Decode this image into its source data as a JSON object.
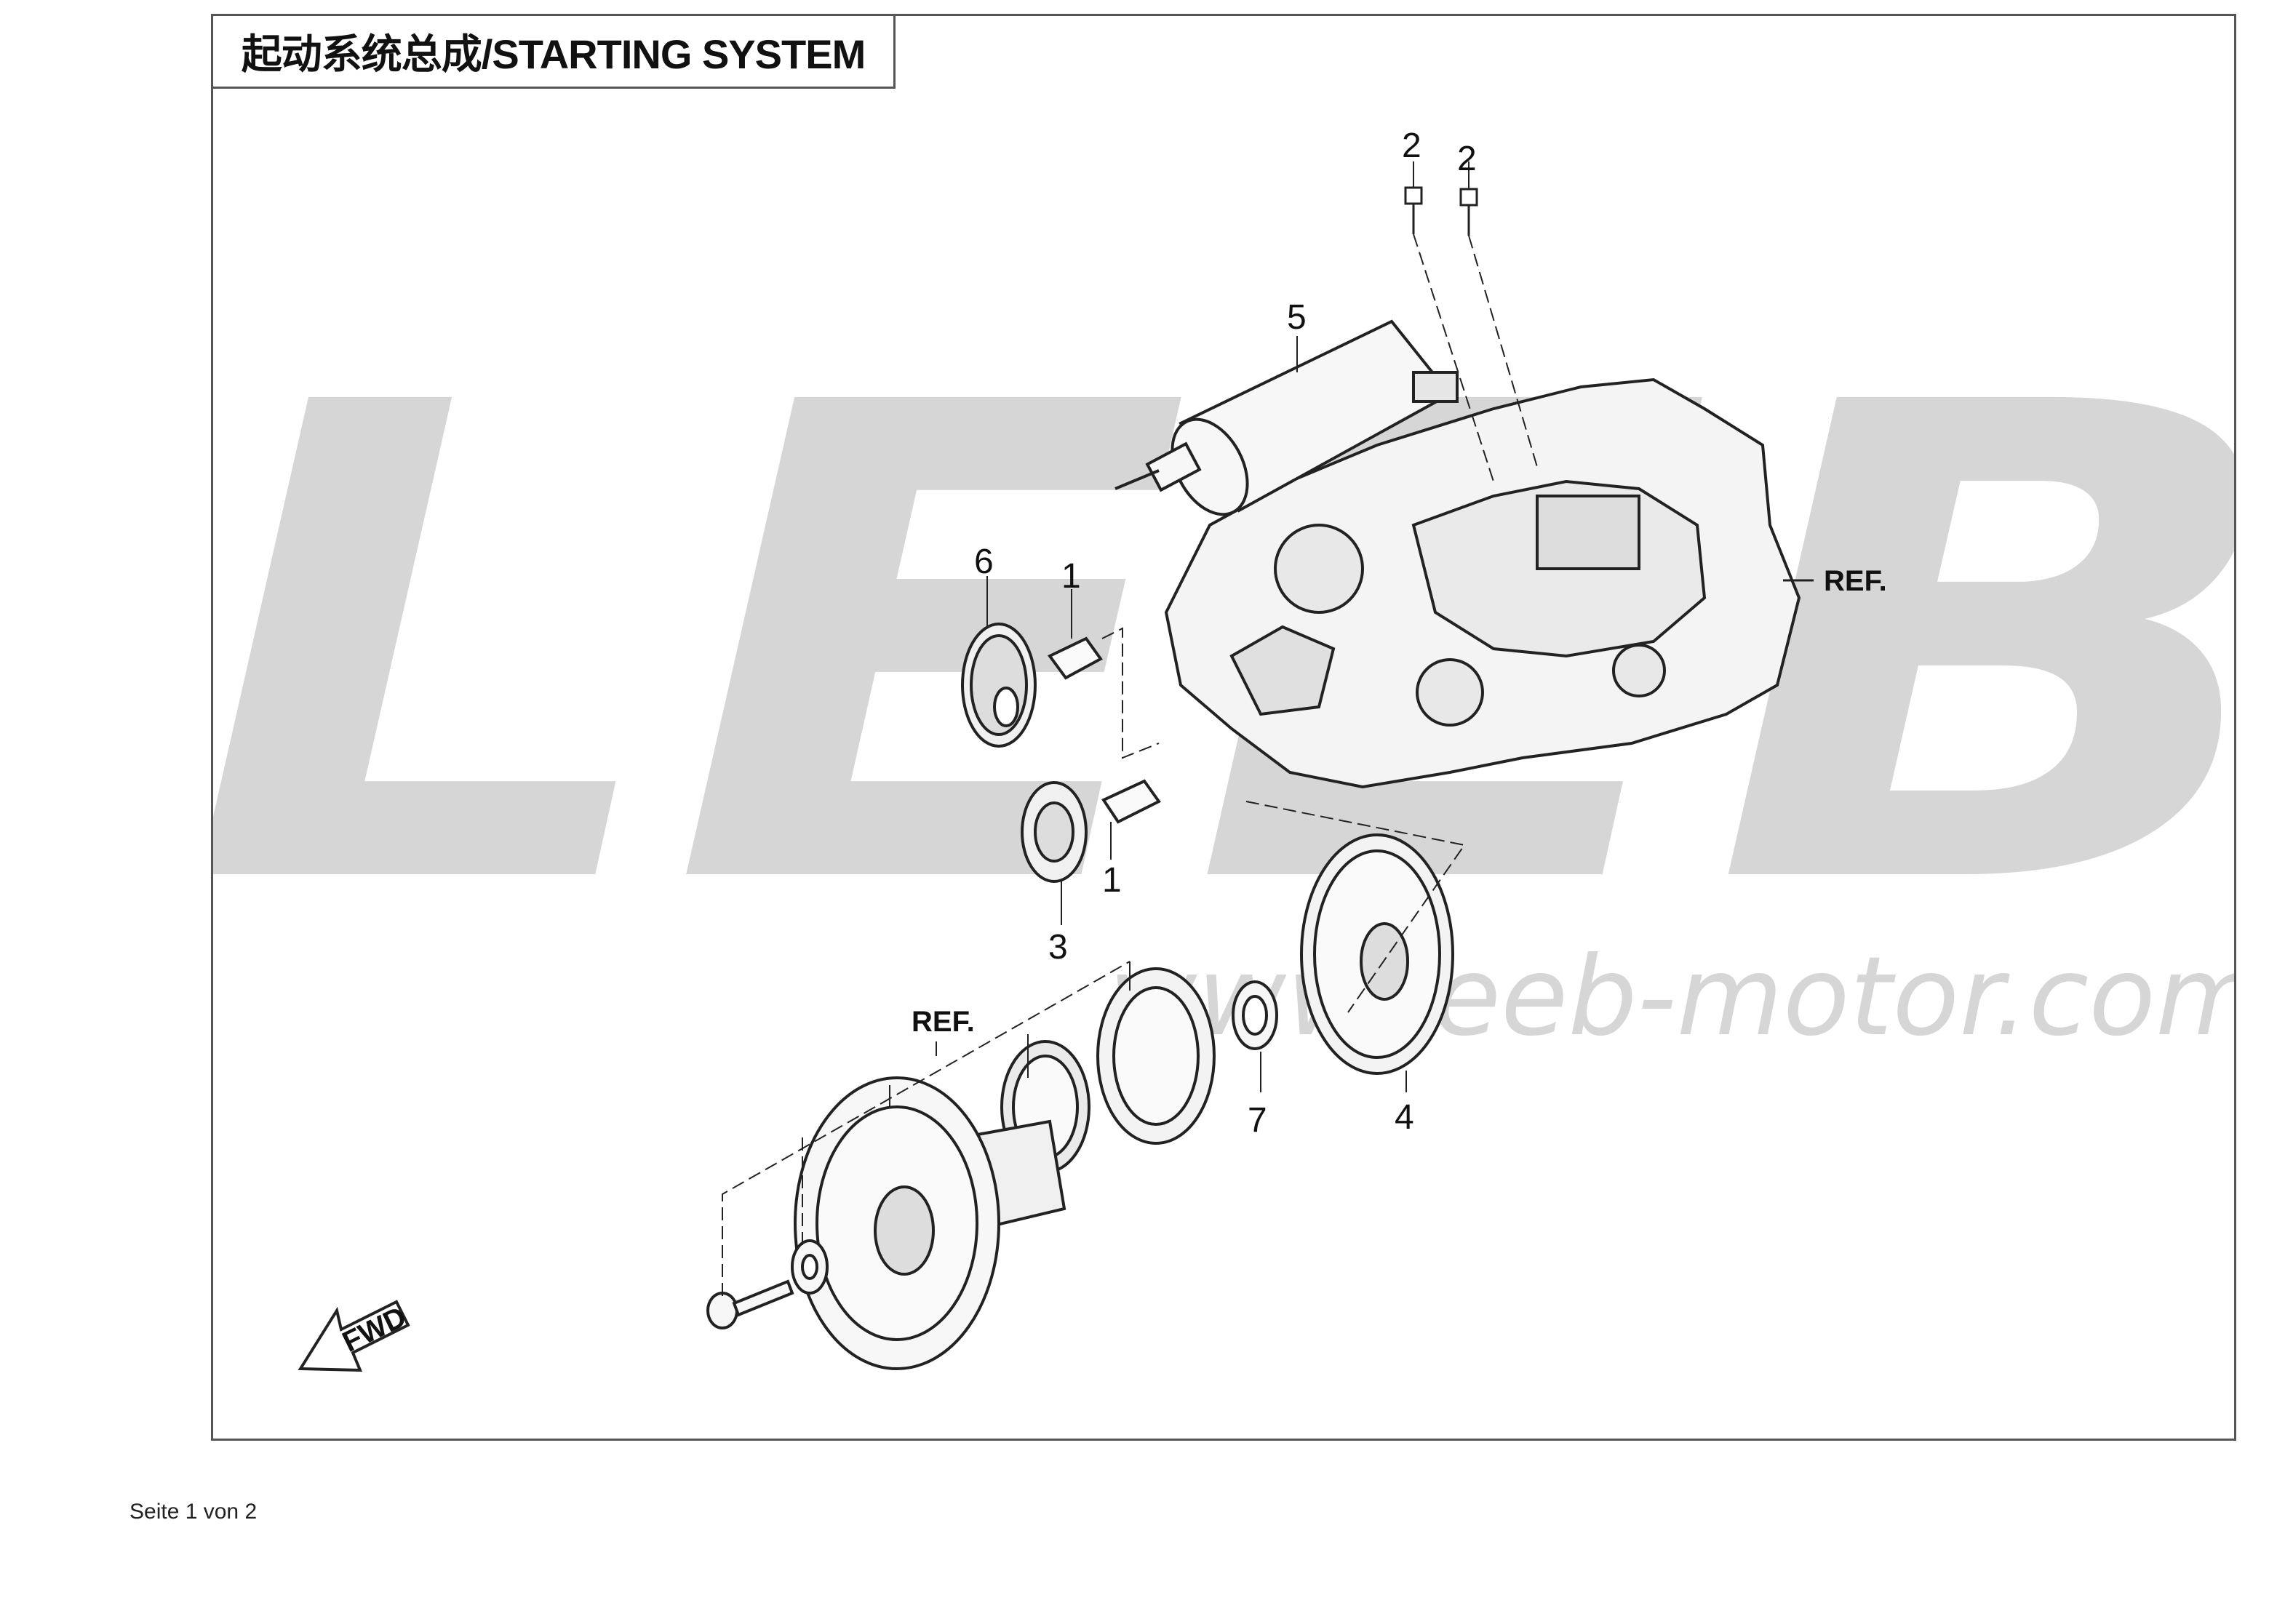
{
  "title": "起动系统总成/STARTING SYSTEM",
  "watermark": {
    "logo_text": "LEEB",
    "url": "www.leeb-motor.com"
  },
  "callouts": {
    "bolt_left": "2",
    "bolt_right": "2",
    "starter_motor": "5",
    "idle_gear": "6",
    "shaft_upper": "1",
    "shaft_lower": "1",
    "reduction_gear": "3",
    "starter_driven_gear": "4",
    "washer": "7"
  },
  "ref_labels": {
    "crankcase_ref": "REF.",
    "flywheel_ref": "REF."
  },
  "orientation_arrow_label": "FWD",
  "footer": "Seite 1 von 2",
  "colors": {
    "frame": "#555555",
    "line_art": "#222222",
    "watermark": "#d6d6d6"
  }
}
